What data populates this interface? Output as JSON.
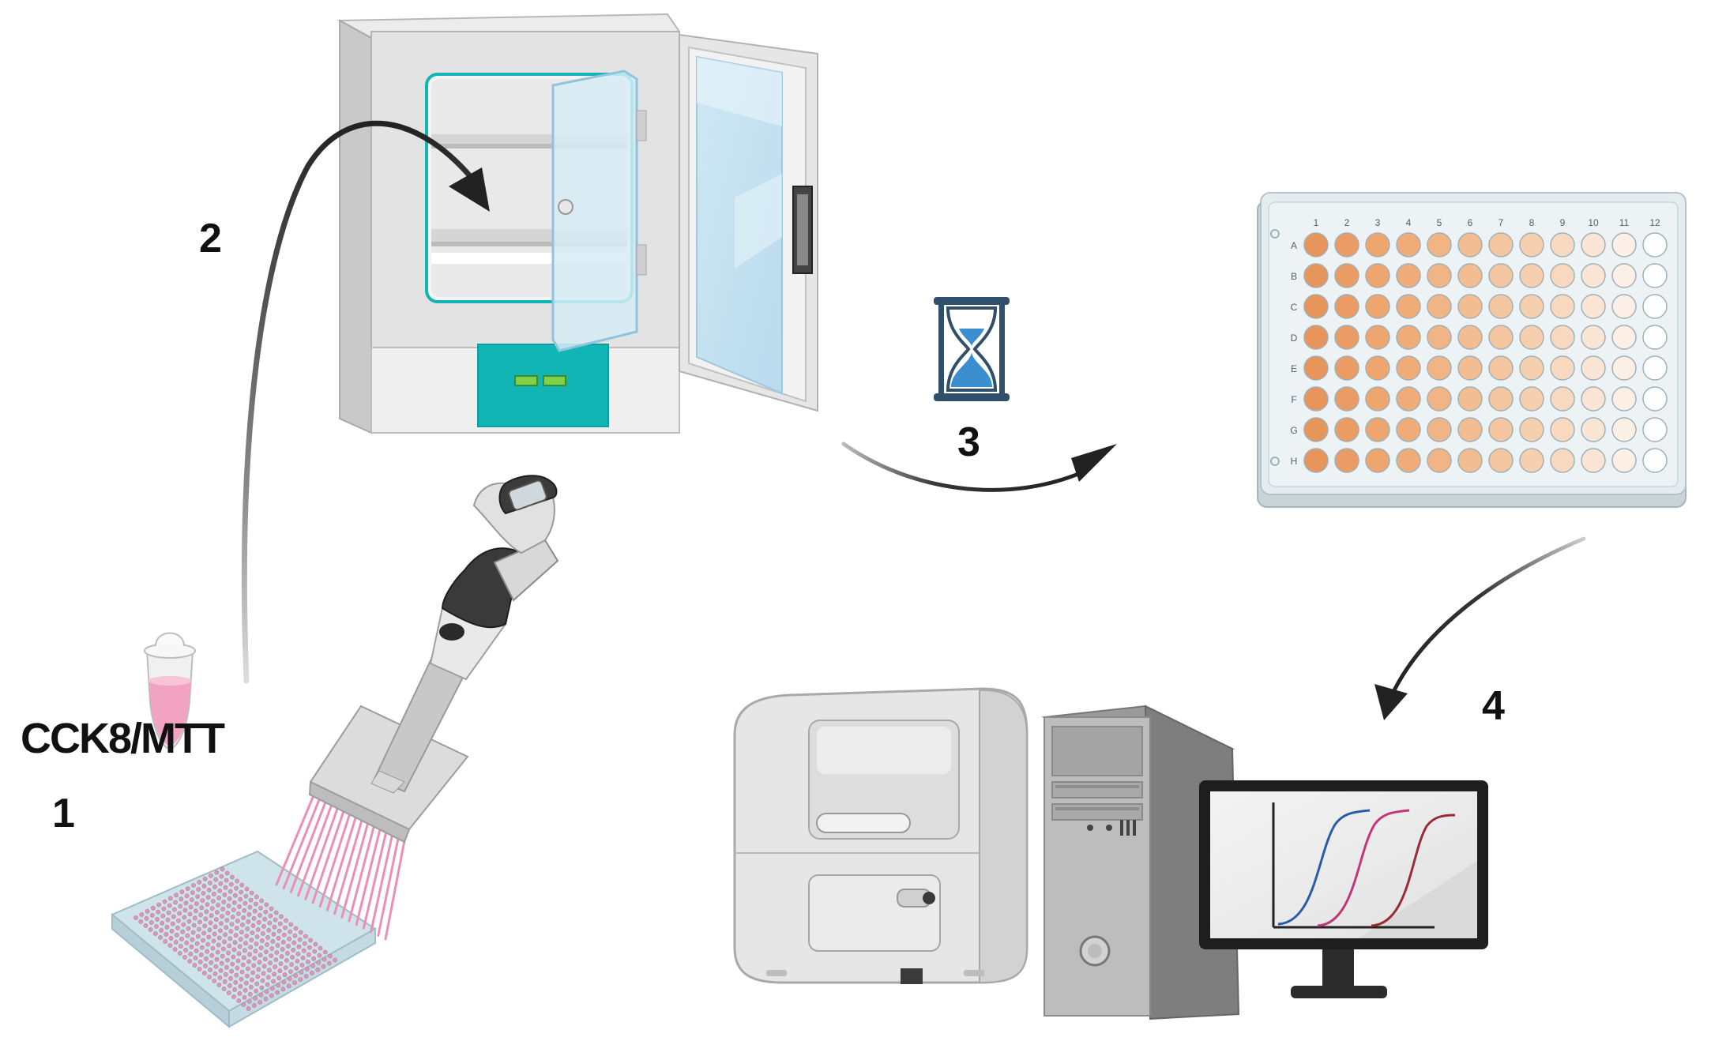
{
  "labels": {
    "reagent": "CCK8/MTT",
    "step1": "1",
    "step2": "2",
    "step3": "3",
    "step4": "4"
  },
  "plate": {
    "columns": [
      "1",
      "2",
      "3",
      "4",
      "5",
      "6",
      "7",
      "8",
      "9",
      "10",
      "11",
      "12"
    ],
    "rows": [
      "A",
      "B",
      "C",
      "D",
      "E",
      "F",
      "G",
      "H"
    ],
    "column_colors": [
      "#e8955b",
      "#eb9c64",
      "#ee a56e",
      "#efac79",
      "#f1b585",
      "#f3bd92",
      "#f4c6a0",
      "#f6cfaf",
      "#f8d9c0",
      "#faE4d3",
      "#fcefe5",
      "#ffffff"
    ]
  },
  "colors": {
    "arrow": "#222222",
    "incubator_panel": "#12b5b5",
    "hourglass_frame": "#2f4f6a",
    "hourglass_sand": "#3c8fce",
    "curve_blue": "#2b5ba8",
    "curve_magenta": "#c2357b",
    "curve_darkred": "#9a2a36",
    "reagent_liquid": "#f2a3c0"
  },
  "icons": [
    "pipette-icon",
    "incubator-icon",
    "hourglass-icon",
    "well-plate-icon",
    "plate-reader-icon",
    "computer-tower-icon",
    "monitor-icon",
    "tube-icon"
  ]
}
